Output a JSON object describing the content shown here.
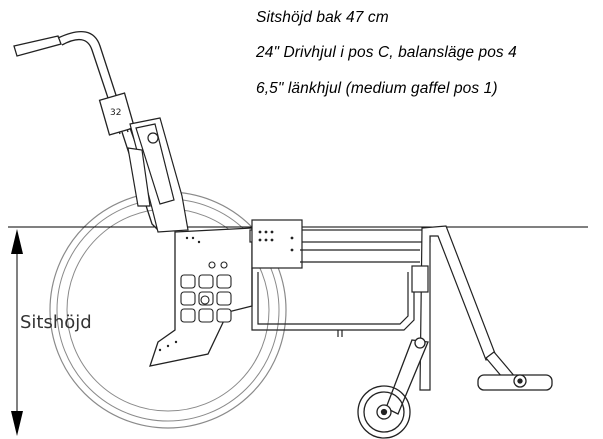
{
  "specs": [
    "Sitshöjd bak 47 cm",
    "24\" Drivhjul i pos C, balansläge pos 4",
    "6,5\" länkhjul (medium gaffel pos 1)"
  ],
  "height_label": "Sitshöjd",
  "icons": {
    "drive_wheel": "drive-wheel-icon",
    "caster_wheel": "caster-wheel-icon",
    "push_handle": "push-handle-icon",
    "footrest": "footrest-icon"
  }
}
